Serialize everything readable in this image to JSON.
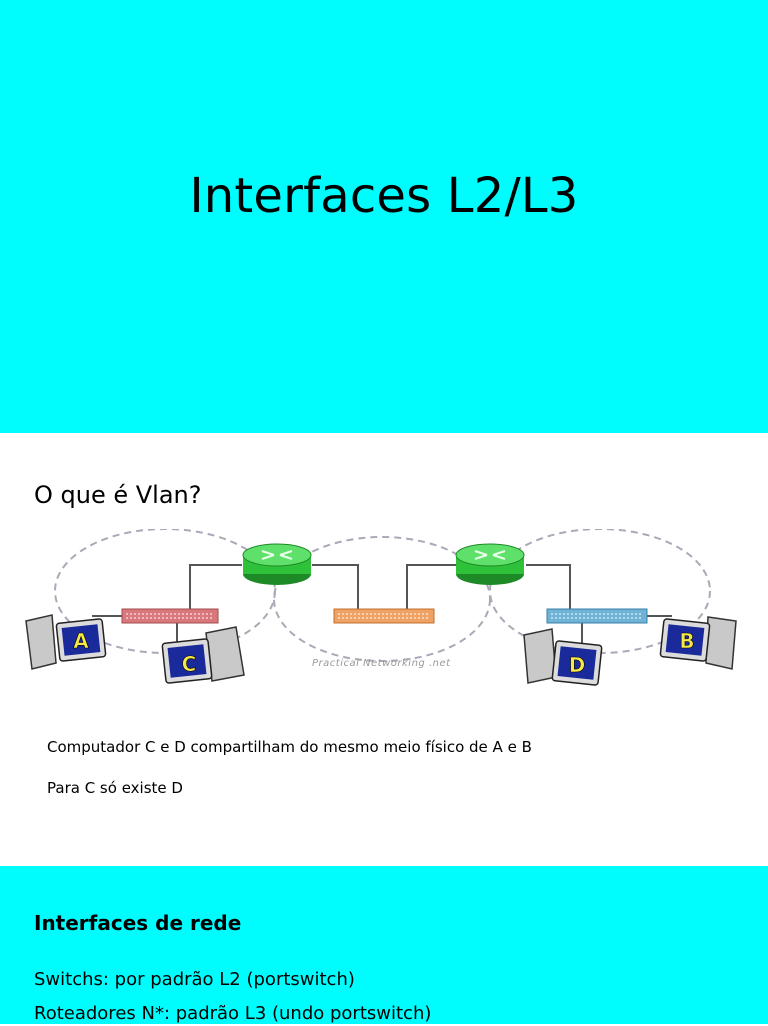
{
  "slides": {
    "title_slide": {
      "title": "Interfaces L2/L3"
    },
    "vlan_slide": {
      "heading": "O que é Vlan?",
      "diagram": {
        "watermark": "Practical Networking .net",
        "computers": {
          "a": "A",
          "b": "B",
          "c": "C",
          "d": "D"
        }
      },
      "line1": "Computador C e D compartilham do mesmo meio físico de A e B",
      "line2": "Para C só existe D"
    },
    "interfaces_slide": {
      "heading": "Interfaces de rede",
      "item1": "Switchs: por padrão L2 (portswitch)",
      "item2": "Roteadores N*: padrão L3 (undo portswitch)"
    }
  },
  "colors": {
    "slide_bg": "#00fdfd",
    "router": "#2fc13a",
    "switch_left": "#d9787c",
    "switch_mid": "#f0a264",
    "switch_right": "#6fb4d6",
    "monitor_label": "#1a2a9a",
    "label_text": "#f4e84a"
  }
}
